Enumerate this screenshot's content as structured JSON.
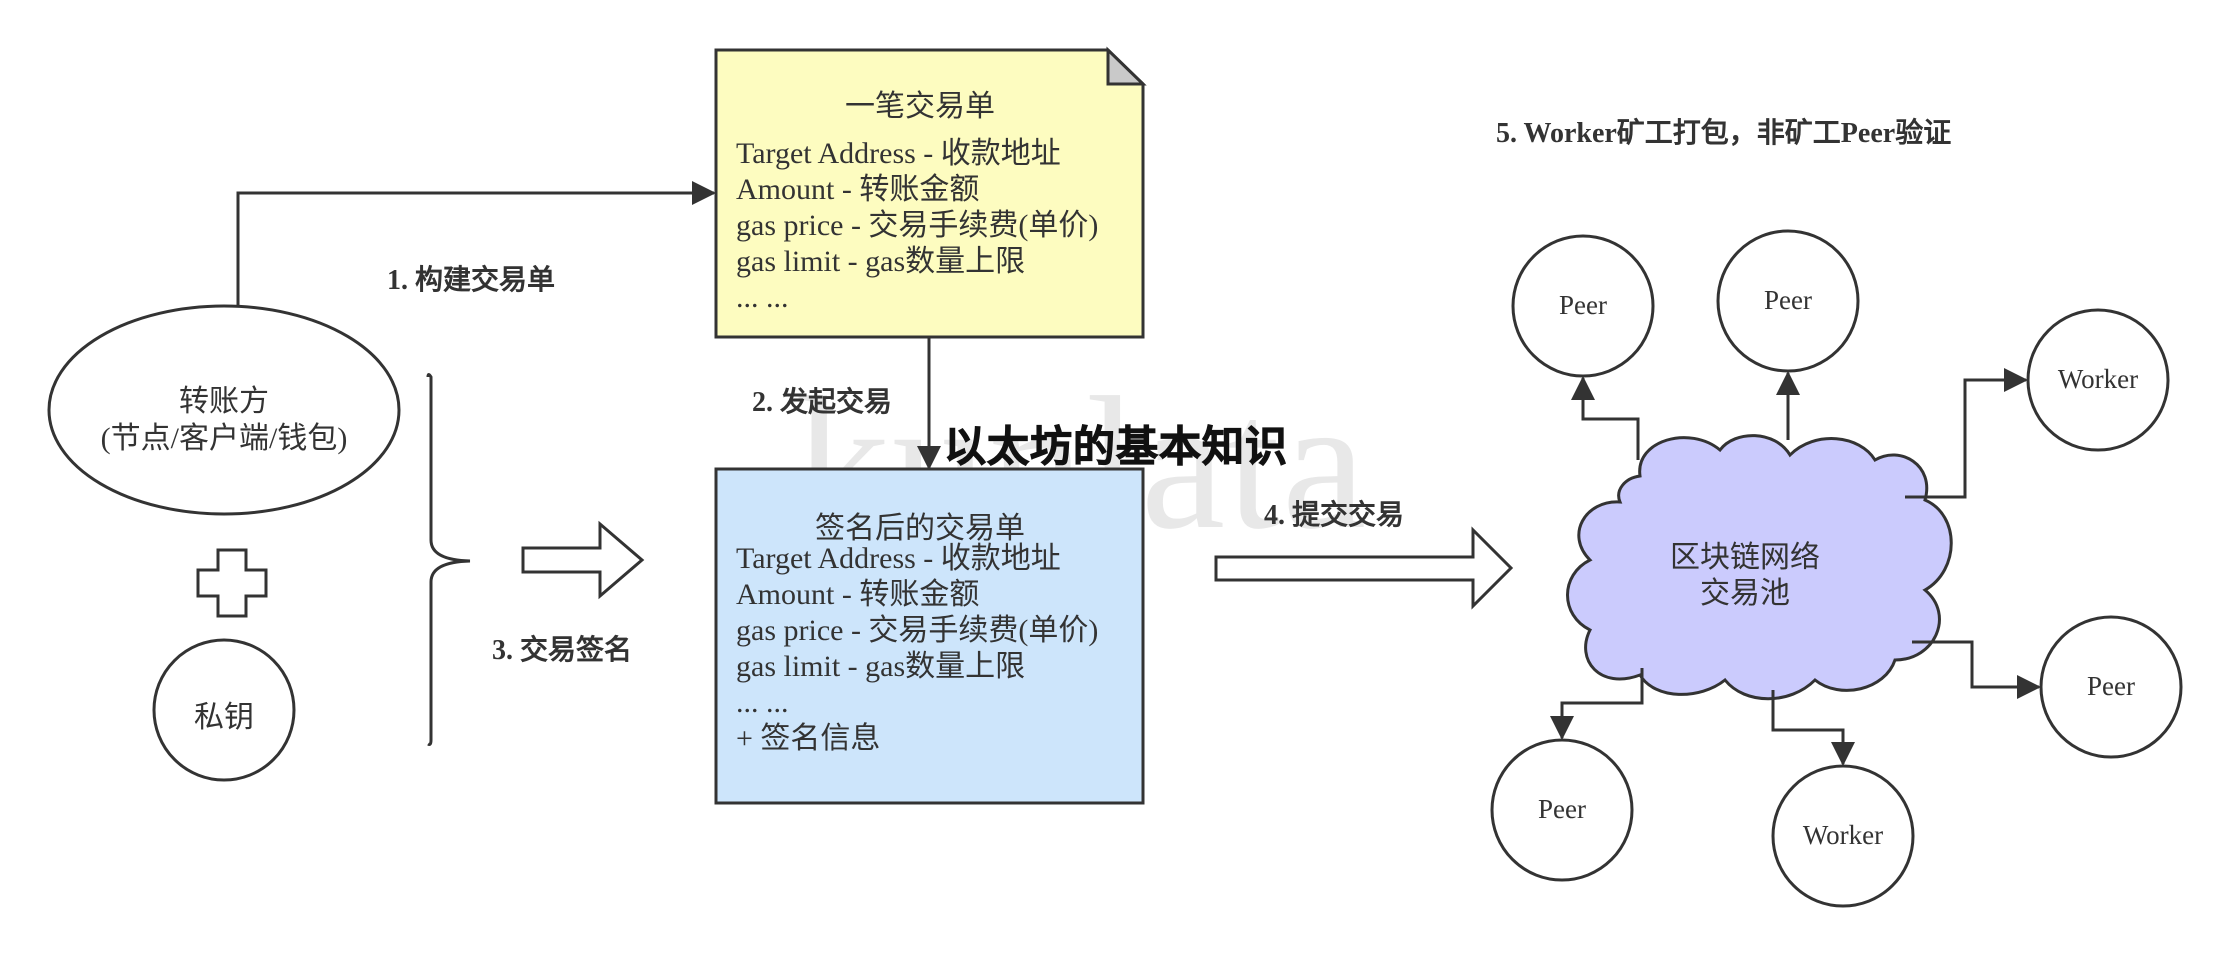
{
  "watermark": "kunlata",
  "overlay_title": "以太坊的基本知识",
  "sender": {
    "line1": "转账方",
    "line2": "(节点/客户端/钱包)"
  },
  "private_key": "私钥",
  "tx_box": {
    "title": "一笔交易单",
    "lines": [
      "Target Address - 收款地址",
      "Amount -  转账金额",
      "gas price - 交易手续费(单价)",
      "gas limit - gas数量上限",
      "... ..."
    ],
    "fill": "#fdfcc0"
  },
  "signed_box": {
    "title": "签名后的交易单",
    "lines": [
      "Target Address - 收款地址",
      "Amount -  转账金额",
      "gas price - 交易手续费(单价)",
      "gas limit - gas数量上限",
      "... ...",
      " + 签名信息"
    ],
    "fill": "#cde5fb"
  },
  "steps": {
    "s1": "1. 构建交易单",
    "s2": "2. 发起交易",
    "s3": "3. 交易签名",
    "s4": "4. 提交交易",
    "s5": "5. Worker矿工打包，非矿工Peer验证"
  },
  "pool": {
    "line1": "区块链网络",
    "line2": "交易池",
    "fill": "#cbcbfd"
  },
  "peers": {
    "p1": "Peer",
    "p2": "Peer",
    "w1": "Worker",
    "p3": "Peer",
    "p4": "Peer",
    "w2": "Worker"
  },
  "colors": {
    "stroke": "#333333",
    "text": "#333333"
  }
}
